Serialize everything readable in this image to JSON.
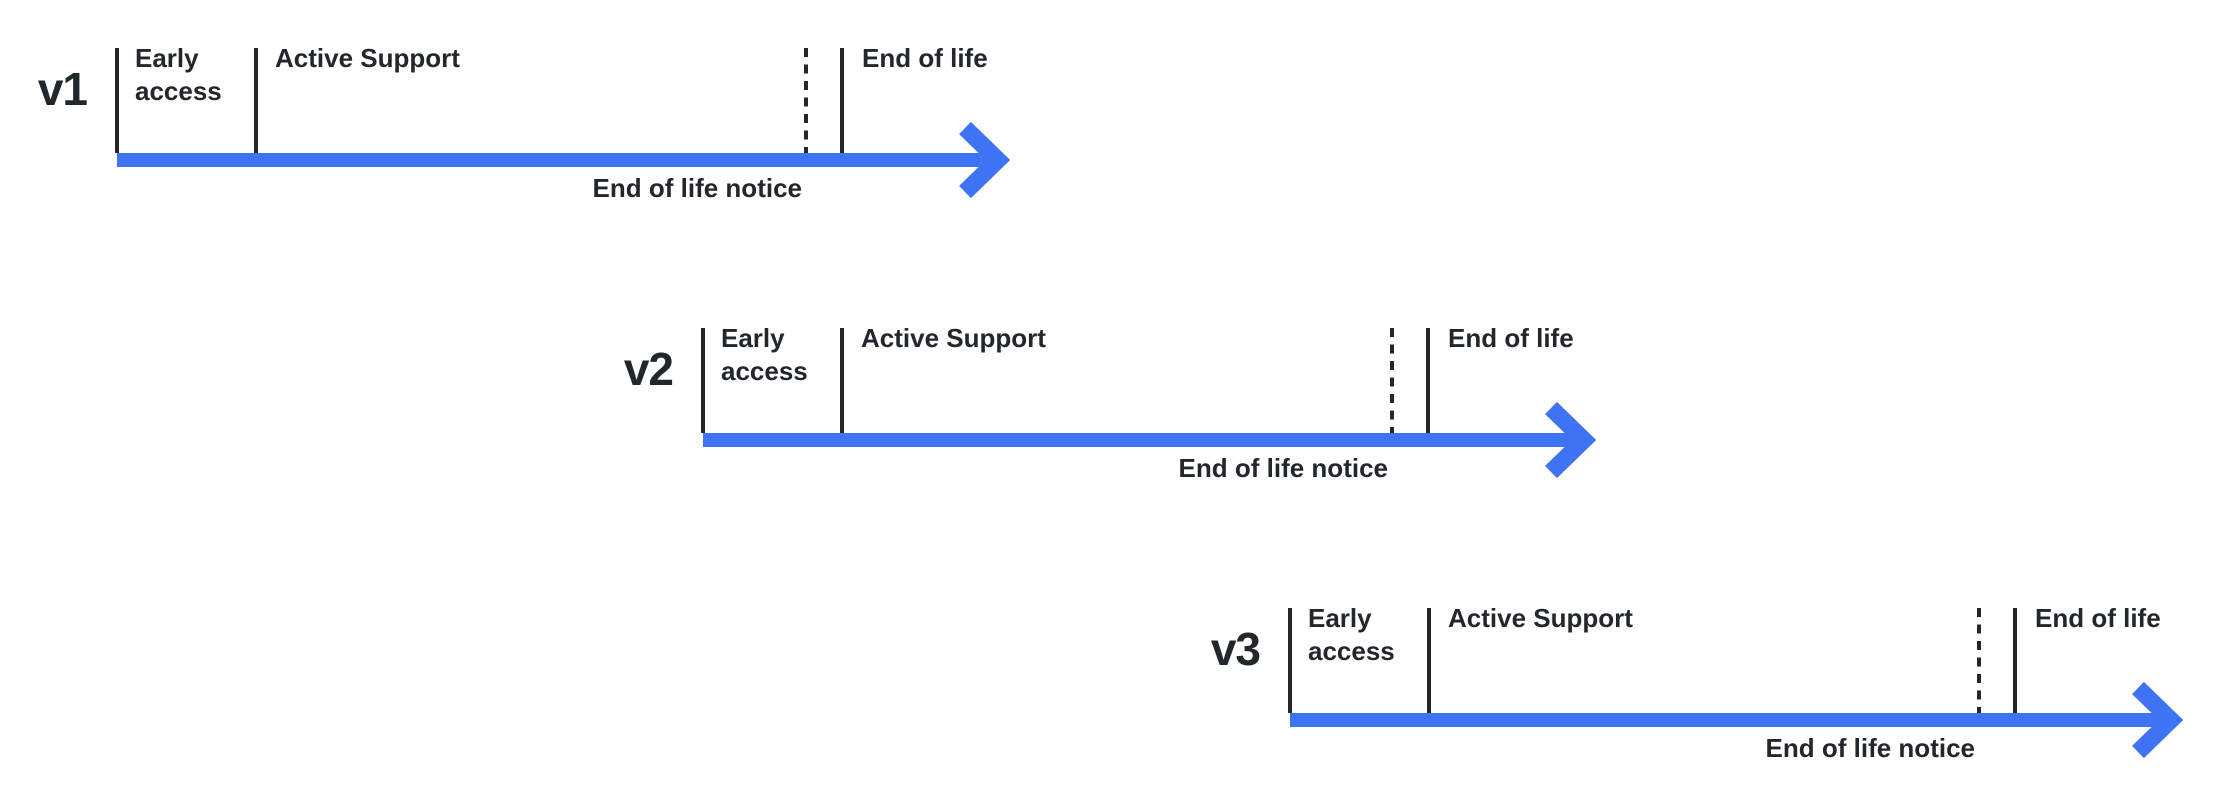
{
  "colors": {
    "arrow_blue": "#3E73F3",
    "ink": "#22272E"
  },
  "rows": [
    {
      "version": "v1",
      "labels": {
        "early_access": "Early access",
        "active_support": "Active Support",
        "end_of_life": "End of life",
        "end_of_life_notice": "End of life notice"
      }
    },
    {
      "version": "v2",
      "labels": {
        "early_access": "Early access",
        "active_support": "Active Support",
        "end_of_life": "End of life",
        "end_of_life_notice": "End of life notice"
      }
    },
    {
      "version": "v3",
      "labels": {
        "early_access": "Early access",
        "active_support": "Active Support",
        "end_of_life": "End of life",
        "end_of_life_notice": "End of life notice"
      }
    }
  ]
}
